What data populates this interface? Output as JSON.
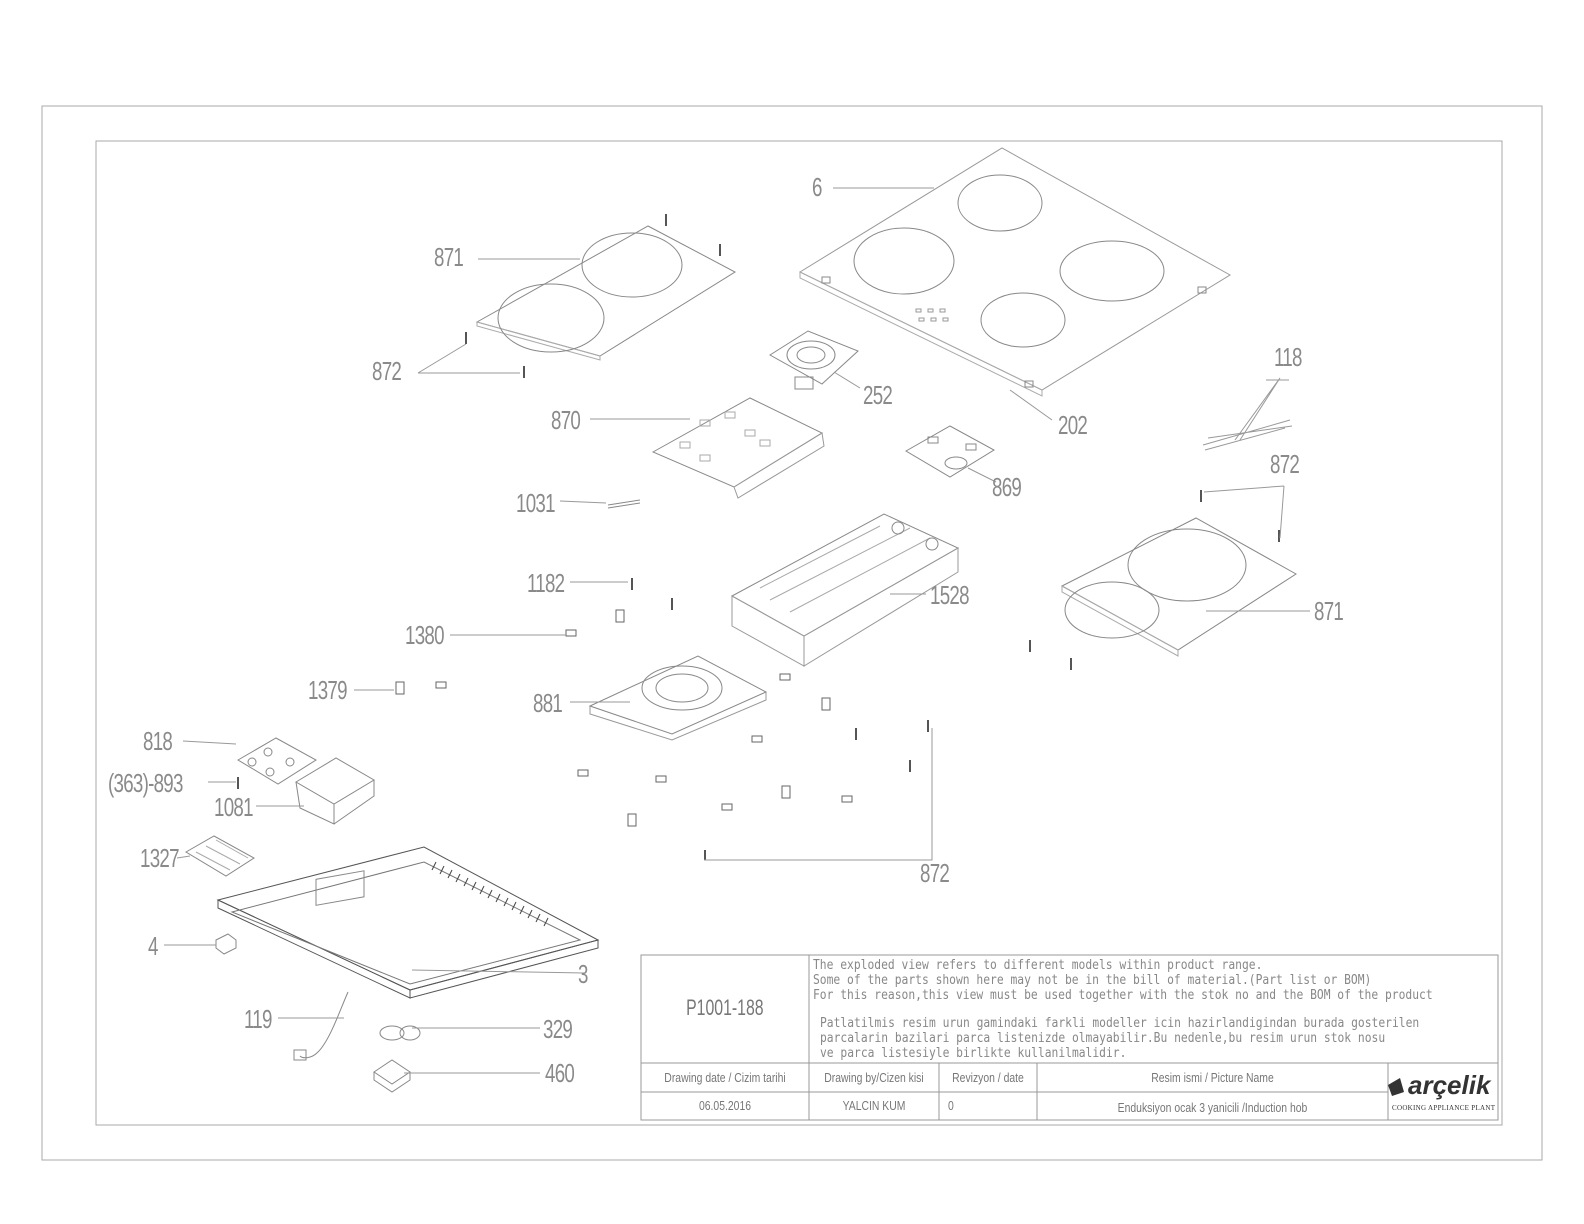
{
  "drawing": {
    "code": "P1001-188",
    "notes_en": [
      "The exploded view refers to different models within product range.",
      "Some of the parts shown here may not be in the bill of material.(Part list or BOM)",
      "For this reason,this view must be used together with the stok no and the BOM of the product"
    ],
    "notes_tr": [
      "Patlatilmis resim urun gamindaki farkli modeller icin hazirlandigindan burada gosterilen",
      "parcalarin bazilari parca listenizde olmayabilir.Bu nedenle,bu resim urun stok nosu",
      "ve parca listesiyle birlikte kullanilmalidir."
    ],
    "headers": {
      "date": "Drawing date / Cizim tarihi",
      "by": "Drawing by/Cizen kisi",
      "rev": "Revizyon / date",
      "name": "Resim ismi / Picture Name"
    },
    "values": {
      "date": "06.05.2016",
      "by": "YALCIN KUM",
      "rev": "0",
      "name": "Enduksiyon ocak 3 yanicili /Induction hob"
    },
    "brand": "arçelik",
    "brand_sub": "COOKING APPLIANCE PLANT"
  },
  "part_labels": {
    "p6": "6",
    "p871a": "871",
    "p872a": "872",
    "p252": "252",
    "p202": "202",
    "p870": "870",
    "p118": "118",
    "p869": "869",
    "p1031": "1031",
    "p872b": "872",
    "p1182": "1182",
    "p1528": "1528",
    "p871b": "871",
    "p1380": "1380",
    "p1379": "1379",
    "p881": "881",
    "p818": "818",
    "p893": "(363)-893",
    "p1081": "1081",
    "p1327": "1327",
    "p872c": "872",
    "p4": "4",
    "p3": "3",
    "p119": "119",
    "p329": "329",
    "p460": "460"
  }
}
